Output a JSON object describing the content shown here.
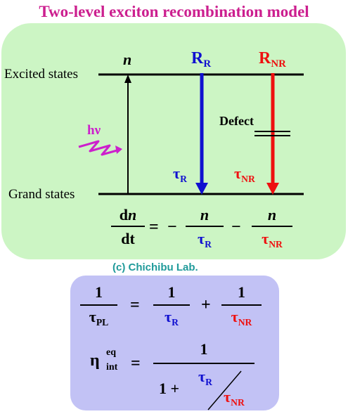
{
  "title": "Two-level exciton recombination model",
  "credit": "(c) Chichibu Lab.",
  "diagram": {
    "excited_label": "Excited states",
    "ground_label": "Grand states",
    "n_label": "n",
    "absorption": "hν",
    "defect_label": "Defect",
    "rr": {
      "base": "R",
      "sub": "R"
    },
    "rnr": {
      "base": "R",
      "sub": "NR"
    },
    "tau_r": {
      "base": "τ",
      "sub": "R"
    },
    "tau_nr": {
      "base": "τ",
      "sub": "NR"
    }
  },
  "rate_equation": {
    "lhs_num": {
      "d": "d",
      "var": "n"
    },
    "lhs_den": "dt",
    "eq": "=",
    "minus": "−",
    "term1_num": "n",
    "term1_den": {
      "base": "τ",
      "sub": "R"
    },
    "term2_num": "n",
    "term2_den": {
      "base": "τ",
      "sub": "NR"
    }
  },
  "pl_equation": {
    "one": "1",
    "tau_pl": {
      "base": "τ",
      "sub": "PL"
    },
    "eq": "=",
    "plus": "+",
    "tau_r": {
      "base": "τ",
      "sub": "R"
    },
    "tau_nr": {
      "base": "τ",
      "sub": "NR"
    }
  },
  "eta_equation": {
    "eta": "η",
    "sup": "eq",
    "sub": "int",
    "eq": "=",
    "num": "1",
    "den_lead": "1 +",
    "tau_r": {
      "base": "τ",
      "sub": "R"
    },
    "tau_nr": {
      "base": "τ",
      "sub": "NR"
    }
  },
  "colors": {
    "title": "#cc1f8f",
    "radiative": "#1010d0",
    "nonradiative": "#ee1010",
    "photon": "#cc20cc",
    "credit": "#1f9a9a"
  }
}
